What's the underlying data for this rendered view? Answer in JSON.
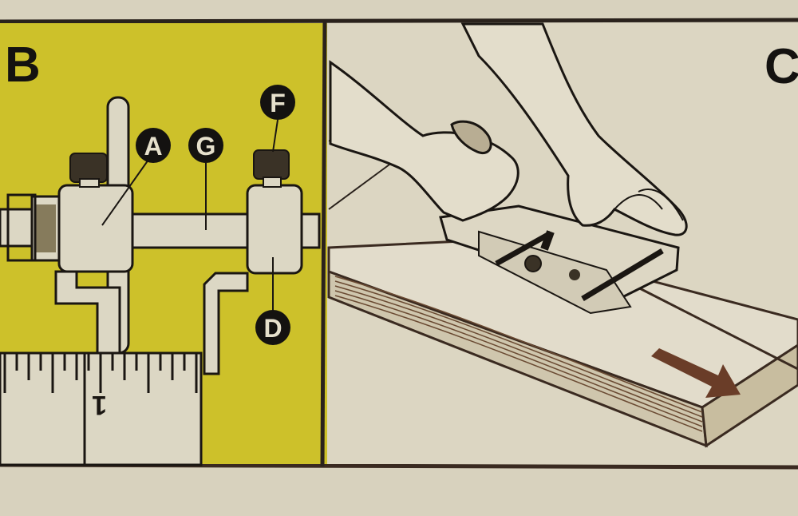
{
  "panels": {
    "left": {
      "letter": "B",
      "color": "#cdc12a"
    },
    "right": {
      "letter": "C"
    }
  },
  "callouts": [
    "A",
    "G",
    "F",
    "D"
  ],
  "ruler": {
    "number": "1"
  },
  "colors": {
    "ink": "#1a1612",
    "paper": "#dcd6c2",
    "yellow": "#cdc12a",
    "metal": "#dcd7c4"
  }
}
